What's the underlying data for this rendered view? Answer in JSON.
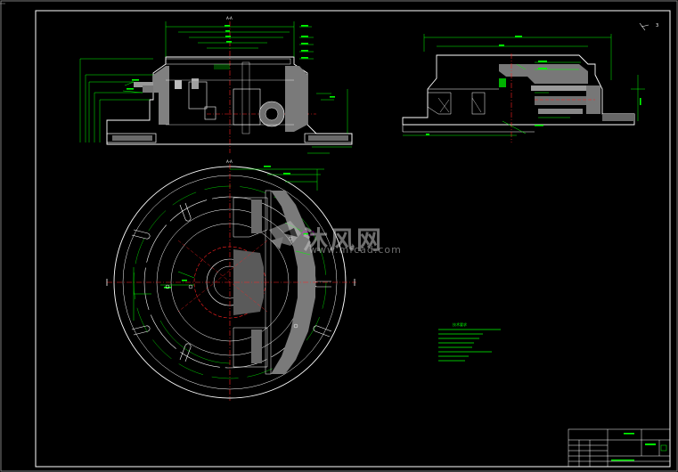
{
  "drawing": {
    "section_label_top": "A-A",
    "section_label_plan": "A-A",
    "page_marker": "3",
    "colors": {
      "background": "#000000",
      "border": "#ffffff",
      "outline": "#ffffff",
      "dimension": "#00ff00",
      "center_line": "#ff2020",
      "hatch": "#c8c8c8",
      "cut_plane": "#ff00ff"
    }
  },
  "watermark": {
    "text": "沐风网",
    "url": "www.mfcad.com",
    "logo_icon": "mfcad-logo-icon"
  },
  "technical_notes": {
    "title": "技术要求",
    "lines": [
      "",
      "",
      "",
      "",
      "",
      "",
      "",
      ""
    ]
  },
  "title_block": {
    "part_name": "",
    "drawing_number": "",
    "scale": ""
  }
}
